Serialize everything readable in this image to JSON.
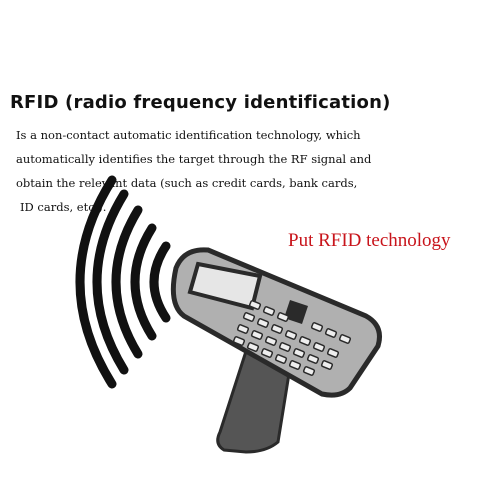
{
  "heading": {
    "title": "RFID (radio frequency identification)"
  },
  "description": {
    "line1": "Is a non-contact automatic identification technology, which",
    "line2": "automatically identifies the target through the RF signal and",
    "line3": "obtain the relevant data (such as credit cards, bank cards,",
    "line4": "ID cards, etc.)."
  },
  "tagline": {
    "text": "Put RFID technology"
  },
  "colors": {
    "tagline": "#c8141b",
    "text": "#111111",
    "device_body": "#b0b0b0",
    "device_outline": "#2a2a2a",
    "handle": "#555555",
    "waves": "#111111"
  },
  "icons": {
    "device": "rfid-handheld-reader-icon",
    "signal": "rf-signal-waves-icon"
  }
}
